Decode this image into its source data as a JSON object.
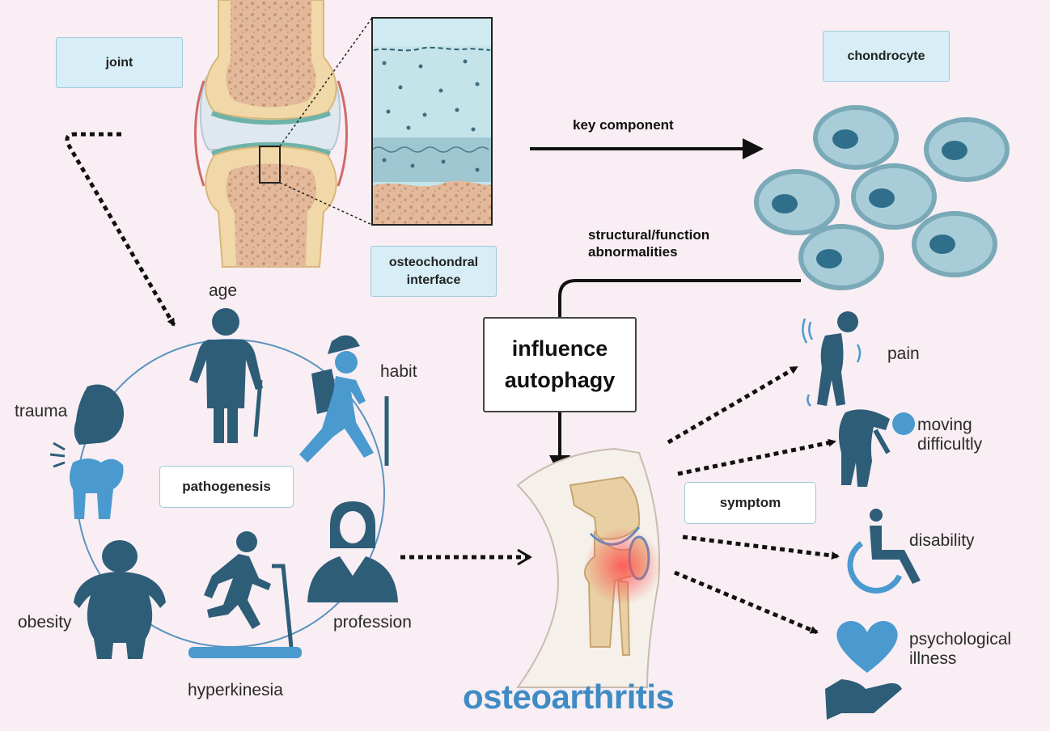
{
  "boxes": {
    "joint": "joint",
    "chondrocyte": "chondrocyte",
    "osteochondral_line1": "osteochondral",
    "osteochondral_line2": "interface",
    "pathogenesis": "pathogenesis",
    "symptom": "symptom"
  },
  "center": {
    "line1": "influence",
    "line2": "autophagy",
    "title": "osteoarthritis"
  },
  "edges": {
    "key_component": "key component",
    "abnormalities_line1": "structural/function",
    "abnormalities_line2": "abnormalities"
  },
  "factors": {
    "age": "age",
    "habit": "habit",
    "trauma": "trauma",
    "obesity": "obesity",
    "hyperkinesia": "hyperkinesia",
    "profession": "profession"
  },
  "symptoms": {
    "pain": "pain",
    "moving_line1": "moving",
    "moving_line2": "difficultly",
    "disability": "disability",
    "psych_line1": "psychological",
    "psych_line2": "illness"
  },
  "colors": {
    "background": "#f8eef3",
    "icon_dark": "#2e5d78",
    "icon_light": "#4a9ad0",
    "cell_fill": "#a9cdd8",
    "nucleus": "#2f6f8c",
    "title_blue": "#3f8cc4"
  }
}
